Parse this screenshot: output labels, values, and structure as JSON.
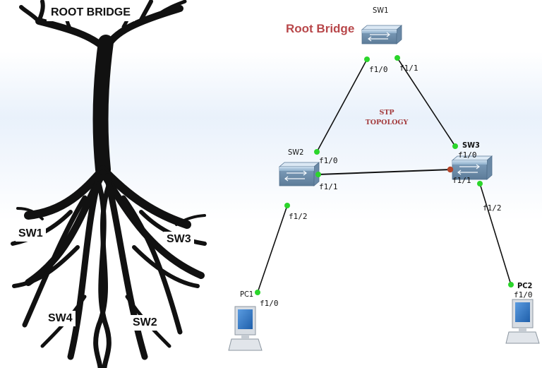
{
  "tree": {
    "root_label": "ROOT BRIDGE",
    "branch_labels": {
      "sw1": "SW1",
      "sw3": "SW3",
      "sw4": "SW4",
      "sw2": "SW2"
    }
  },
  "topology": {
    "title": "Root Bridge",
    "caption_line1": "STP",
    "caption_line2": "TOPOLOGY",
    "devices": {
      "sw1": "SW1",
      "sw2": "SW2",
      "sw3": "SW3",
      "pc1": "PC1",
      "pc2": "PC2"
    },
    "ports": {
      "sw1_a": "f1/0",
      "sw1_b": "f1/1",
      "sw2_a": "f1/0",
      "sw2_b": "f1/1",
      "sw2_c": "f1/2",
      "sw3_a": "f1/0",
      "sw3_b": "f1/1",
      "sw3_c": "f1/2",
      "pc1_a": "f1/0",
      "pc2_a": "f1/0"
    },
    "colors": {
      "port_forwarding": "#2bd52b",
      "port_blocking": "#b5452a",
      "title": "#b8474a"
    }
  }
}
